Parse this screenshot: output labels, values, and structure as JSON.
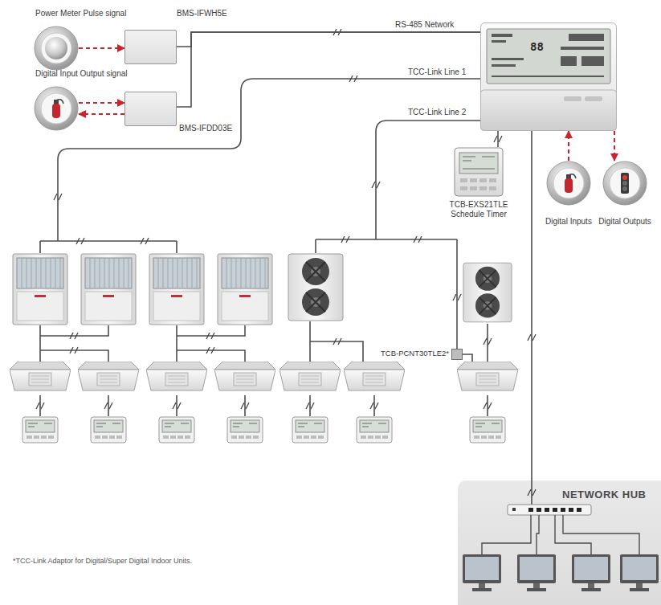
{
  "diagram": {
    "nodes": [
      {
        "text": [
          "Power Meter Pulse signal"
        ]
      },
      {
        "text": [
          "BMS-IFWH5E"
        ]
      },
      {
        "text": [
          "Digital Input Output signal"
        ]
      },
      {
        "text": [
          "BMS-IFDD03E"
        ]
      },
      {
        "text": [
          "88"
        ]
      },
      {
        "text": [
          "Digital Inputs"
        ]
      },
      {
        "text": [
          "Digital Outputs"
        ]
      },
      {
        "text": [
          "TCB-EXS21TLE Schedule Timer"
        ]
      },
      {
        "text": [
          "TCB-PCNT30TLE2*"
        ]
      },
      {
        "text": [
          "NETWORK HUB"
        ]
      }
    ],
    "edges": [
      {
        "from": 0,
        "to": 1,
        "arrow": "to"
      },
      {
        "from": 2,
        "to": 3,
        "arrow": "to"
      },
      {
        "from": 3,
        "to": 2,
        "arrow": "to"
      },
      {
        "from": 1,
        "to": 4,
        "label": "RS-485 Network",
        "arrow": "none"
      },
      {
        "from": 3,
        "to": 4,
        "arrow": "none"
      },
      {
        "from": 4,
        "to": 7,
        "arrow": "none"
      },
      {
        "from": 5,
        "to": 4,
        "arrow": "to"
      },
      {
        "from": 4,
        "to": 6,
        "arrow": "to"
      },
      {
        "from": 4,
        "to": 9,
        "arrow": "none"
      }
    ],
    "labels": [
      "TCC-Link Line 1",
      "TCC-Link Line 2",
      "*TCC-Link Adaptor for Digital/Super Digital Indoor Units."
    ]
  }
}
